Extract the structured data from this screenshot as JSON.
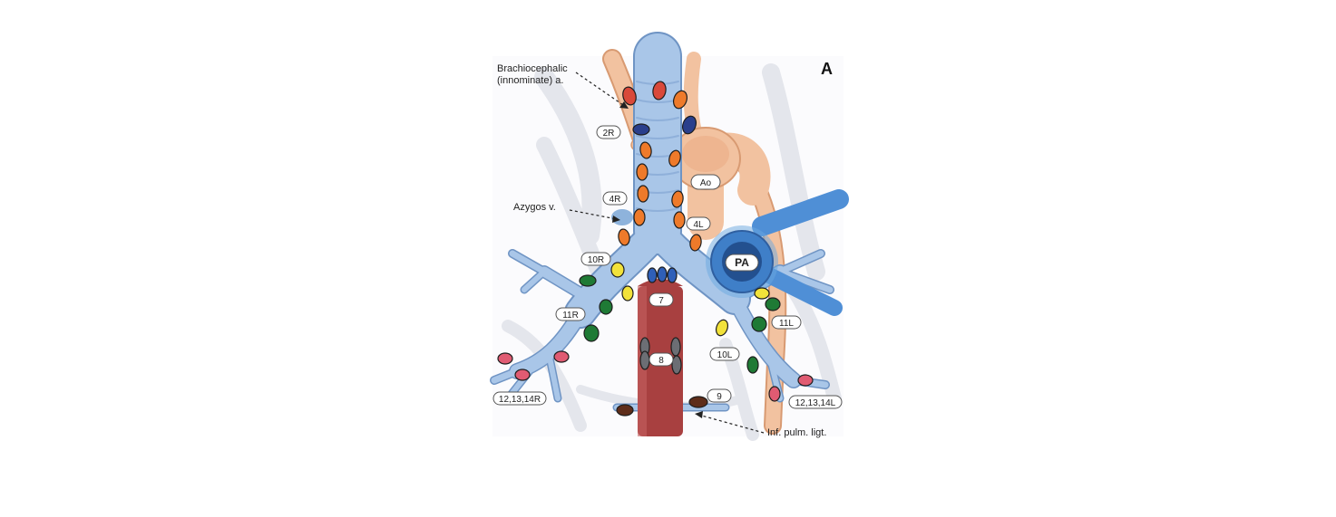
{
  "panel_letter": "A",
  "annotations": {
    "brachiocephalic_line1": "Brachiocephalic",
    "brachiocephalic_line2": "(innominate) a.",
    "azygos": "Azygos v.",
    "inf_pulm_ligt": "Inf. pulm. ligt."
  },
  "vessel_labels": {
    "aorta": "Ao",
    "pulmonary_artery": "PA"
  },
  "station_labels": {
    "s2R": "2R",
    "s4R": "4R",
    "s4L": "4L",
    "s10R": "10R",
    "s11R": "11R",
    "s7": "7",
    "s8": "8",
    "s9": "9",
    "s10L": "10L",
    "s11L": "11L",
    "s12_14R": "12,13,14R",
    "s12_14L": "12,13,14L"
  },
  "colors": {
    "airway": "#a9c6e8",
    "airway_edge": "#6f94c4",
    "artery": "#f2c2a0",
    "artery_edge": "#d89a72",
    "esophagus": "#a84040",
    "pa": "#3f7fc8",
    "node_red": "#d9493a",
    "node_orange": "#ee7a2a",
    "node_navy": "#2a3f8c",
    "node_yellow": "#f2e23a",
    "node_green": "#1f7a35",
    "node_pink": "#e05b72",
    "node_gray": "#6c6e74",
    "node_brown": "#5e2d1a",
    "node_blue": "#2f5fb8"
  }
}
